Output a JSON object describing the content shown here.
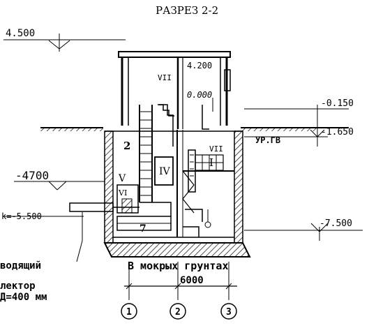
{
  "title": "РАЗРЕЗ 2-2",
  "levels": {
    "top_left": "4.500",
    "cover": "4.200",
    "ground": "0.000",
    "right_1": "-0.150",
    "right_2": "-1.650",
    "left_pipe_top": "-4700",
    "pipe_axis": "k=-5.500",
    "bottom": "-7.500"
  },
  "water_table_label": "УР.ГВ",
  "room_labels": {
    "r1": "I",
    "r2": "2",
    "r4": "IV",
    "r5": "V",
    "r6": "VI",
    "r7": "7"
  },
  "crane_labels": {
    "upper": "VII",
    "lower": "VII"
  },
  "notes": {
    "soil": "В мокрых грунтах",
    "pipe_line1": "водящий",
    "pipe_line2": "лектор",
    "pipe_line3": "Д=400 мм"
  },
  "dimension": "6000",
  "axes": [
    "1",
    "2",
    "3"
  ]
}
